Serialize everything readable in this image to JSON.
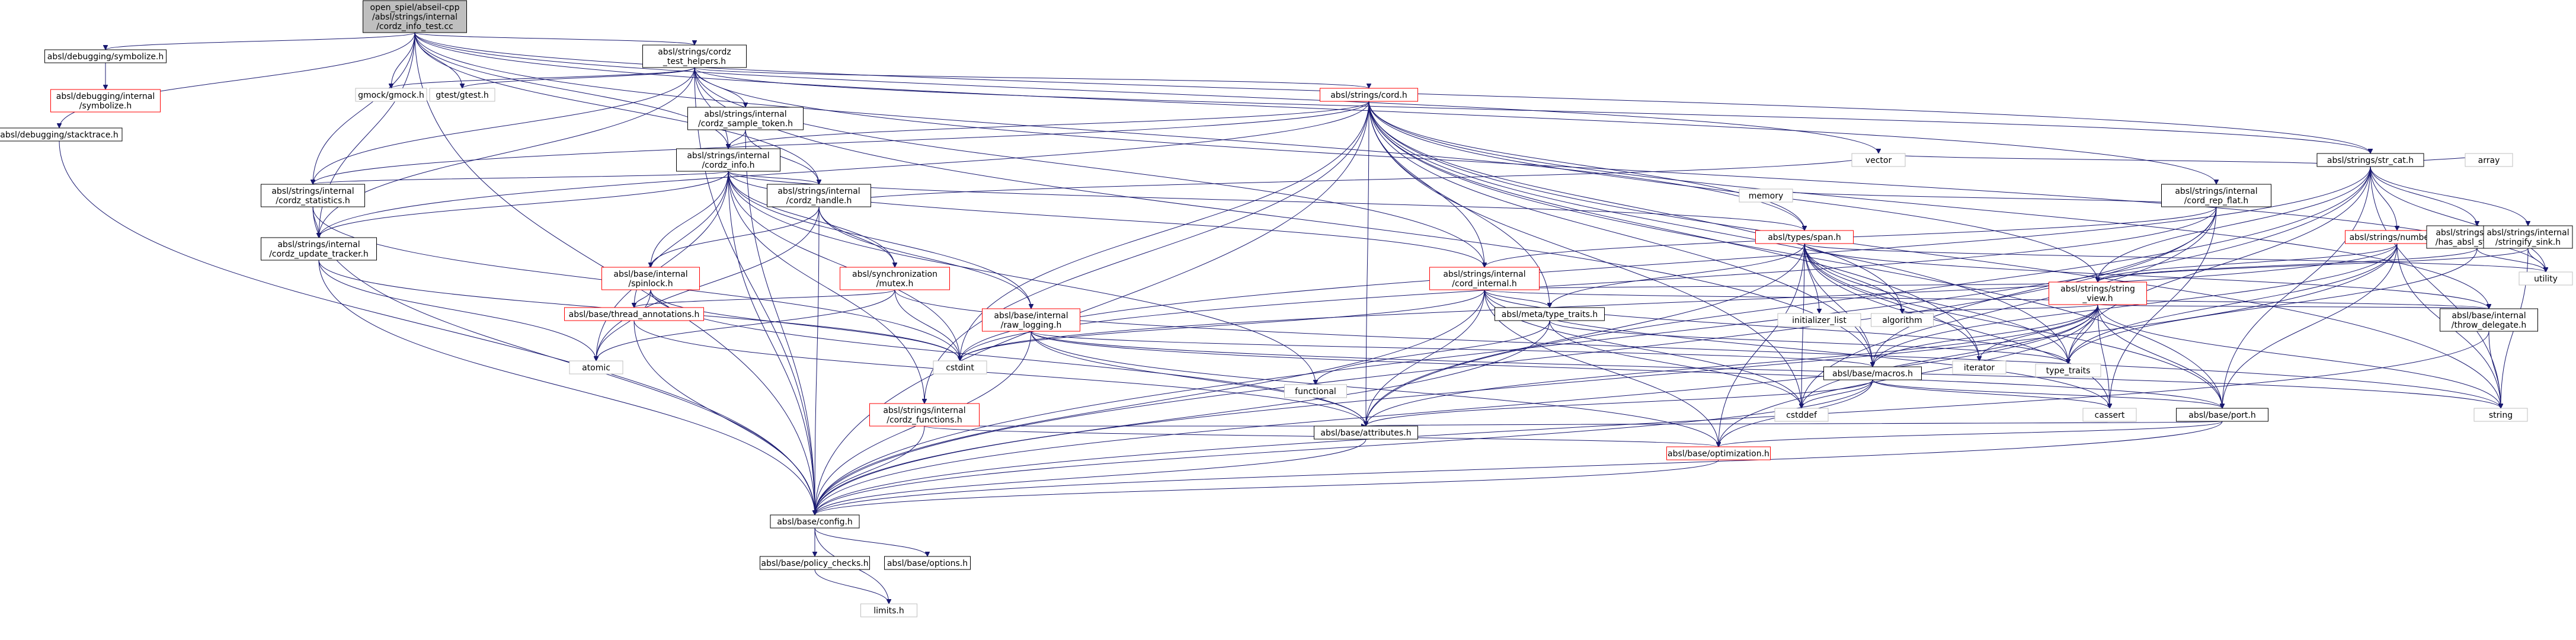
{
  "graph": {
    "title": "open_spiel/abseil-cpp/absl/strings/internal/cordz_info_test.cc",
    "nodes": [
      {
        "id": "root",
        "lines": [
          "open_spiel/abseil-cpp",
          "/absl/strings/internal",
          "/cordz_info_test.cc"
        ],
        "style": "root"
      },
      {
        "id": "symbolize",
        "lines": [
          "absl/debugging/symbolize.h"
        ],
        "style": "normal"
      },
      {
        "id": "symbolize_internal",
        "lines": [
          "absl/debugging/internal",
          "/symbolize.h"
        ],
        "style": "red"
      },
      {
        "id": "stacktrace",
        "lines": [
          "absl/debugging/stacktrace.h"
        ],
        "style": "normal"
      },
      {
        "id": "cordz_test_helpers",
        "lines": [
          "absl/strings/cordz",
          "_test_helpers.h"
        ],
        "style": "normal"
      },
      {
        "id": "gmock",
        "lines": [
          "gmock/gmock.h"
        ],
        "style": "gray"
      },
      {
        "id": "gtest",
        "lines": [
          "gtest/gtest.h"
        ],
        "style": "gray"
      },
      {
        "id": "cordz_sample_token",
        "lines": [
          "absl/strings/internal",
          "/cordz_sample_token.h"
        ],
        "style": "normal"
      },
      {
        "id": "cord",
        "lines": [
          "absl/strings/cord.h"
        ],
        "style": "red"
      },
      {
        "id": "cordz_info",
        "lines": [
          "absl/strings/internal",
          "/cordz_info.h"
        ],
        "style": "normal"
      },
      {
        "id": "cordz_statistics",
        "lines": [
          "absl/strings/internal",
          "/cordz_statistics.h"
        ],
        "style": "normal"
      },
      {
        "id": "cordz_update_tracker",
        "lines": [
          "absl/strings/internal",
          "/cordz_update_tracker.h"
        ],
        "style": "normal"
      },
      {
        "id": "cordz_handle",
        "lines": [
          "absl/strings/internal",
          "/cordz_handle.h"
        ],
        "style": "normal"
      },
      {
        "id": "spinlock",
        "lines": [
          "absl/base/internal",
          "/spinlock.h"
        ],
        "style": "red"
      },
      {
        "id": "mutex",
        "lines": [
          "absl/synchronization",
          "/mutex.h"
        ],
        "style": "red"
      },
      {
        "id": "thread_annotations",
        "lines": [
          "absl/base/thread_annotations.h"
        ],
        "style": "red"
      },
      {
        "id": "raw_logging",
        "lines": [
          "absl/base/internal",
          "/raw_logging.h"
        ],
        "style": "red"
      },
      {
        "id": "cordz_functions",
        "lines": [
          "absl/strings/internal",
          "/cordz_functions.h"
        ],
        "style": "red"
      },
      {
        "id": "cord_rep_flat",
        "lines": [
          "absl/strings/internal",
          "/cord_rep_flat.h"
        ],
        "style": "normal"
      },
      {
        "id": "cord_internal",
        "lines": [
          "absl/strings/internal",
          "/cord_internal.h"
        ],
        "style": "red"
      },
      {
        "id": "meta_type_traits",
        "lines": [
          "absl/meta/type_traits.h"
        ],
        "style": "normal"
      },
      {
        "id": "span",
        "lines": [
          "absl/types/span.h"
        ],
        "style": "red"
      },
      {
        "id": "str_cat",
        "lines": [
          "absl/strings/str_cat.h"
        ],
        "style": "normal"
      },
      {
        "id": "numbers",
        "lines": [
          "absl/strings/numbers.h"
        ],
        "style": "red"
      },
      {
        "id": "has_absl_stringify",
        "lines": [
          "absl/strings/internal",
          "/has_absl_stringify.h"
        ],
        "style": "normal"
      },
      {
        "id": "stringify_sink",
        "lines": [
          "absl/strings/internal",
          "/stringify_sink.h"
        ],
        "style": "normal"
      },
      {
        "id": "string_view",
        "lines": [
          "absl/strings/string",
          "_view.h"
        ],
        "style": "red"
      },
      {
        "id": "throw_delegate",
        "lines": [
          "absl/base/internal",
          "/throw_delegate.h"
        ],
        "style": "normal"
      },
      {
        "id": "macros",
        "lines": [
          "absl/base/macros.h"
        ],
        "style": "normal"
      },
      {
        "id": "port",
        "lines": [
          "absl/base/port.h"
        ],
        "style": "normal"
      },
      {
        "id": "attributes",
        "lines": [
          "absl/base/attributes.h"
        ],
        "style": "normal"
      },
      {
        "id": "optimization",
        "lines": [
          "absl/base/optimization.h"
        ],
        "style": "red"
      },
      {
        "id": "config",
        "lines": [
          "absl/base/config.h"
        ],
        "style": "normal"
      },
      {
        "id": "policy_checks",
        "lines": [
          "absl/base/policy_checks.h"
        ],
        "style": "normal"
      },
      {
        "id": "options",
        "lines": [
          "absl/base/options.h"
        ],
        "style": "normal"
      },
      {
        "id": "limits",
        "lines": [
          "limits.h"
        ],
        "style": "gray"
      },
      {
        "id": "atomic",
        "lines": [
          "atomic"
        ],
        "style": "gray"
      },
      {
        "id": "cstdint",
        "lines": [
          "cstdint"
        ],
        "style": "gray"
      },
      {
        "id": "functional",
        "lines": [
          "functional"
        ],
        "style": "gray"
      },
      {
        "id": "iterator",
        "lines": [
          "iterator"
        ],
        "style": "gray"
      },
      {
        "id": "cstddef",
        "lines": [
          "cstddef"
        ],
        "style": "gray"
      },
      {
        "id": "cassert",
        "lines": [
          "cassert"
        ],
        "style": "gray"
      },
      {
        "id": "string",
        "lines": [
          "string"
        ],
        "style": "gray"
      },
      {
        "id": "type_traits",
        "lines": [
          "type_traits"
        ],
        "style": "gray"
      },
      {
        "id": "utility",
        "lines": [
          "utility"
        ],
        "style": "gray"
      },
      {
        "id": "vector",
        "lines": [
          "vector"
        ],
        "style": "gray"
      },
      {
        "id": "memory",
        "lines": [
          "memory"
        ],
        "style": "gray"
      },
      {
        "id": "array",
        "lines": [
          "array"
        ],
        "style": "gray"
      },
      {
        "id": "algorithm",
        "lines": [
          "algorithm"
        ],
        "style": "gray"
      },
      {
        "id": "initializer_list",
        "lines": [
          "initializer_list"
        ],
        "style": "gray"
      }
    ],
    "edges": [
      [
        "root",
        "symbolize"
      ],
      [
        "root",
        "stacktrace"
      ],
      [
        "root",
        "cordz_test_helpers"
      ],
      [
        "root",
        "gmock"
      ],
      [
        "root",
        "gtest"
      ],
      [
        "root",
        "cordz_info"
      ],
      [
        "root",
        "cordz_statistics"
      ],
      [
        "root",
        "cordz_update_tracker"
      ],
      [
        "root",
        "cordz_handle"
      ],
      [
        "root",
        "cord_rep_flat"
      ],
      [
        "root",
        "span"
      ],
      [
        "root",
        "str_cat"
      ],
      [
        "root",
        "vector"
      ],
      [
        "root",
        "config"
      ],
      [
        "symbolize",
        "symbolize_internal"
      ],
      [
        "stacktrace",
        "config"
      ],
      [
        "cordz_test_helpers",
        "gmock"
      ],
      [
        "cordz_test_helpers",
        "gtest"
      ],
      [
        "cordz_test_helpers",
        "cordz_sample_token"
      ],
      [
        "cordz_test_helpers",
        "cord"
      ],
      [
        "cordz_test_helpers",
        "cordz_info"
      ],
      [
        "cordz_test_helpers",
        "cordz_statistics"
      ],
      [
        "cordz_test_helpers",
        "cordz_update_tracker"
      ],
      [
        "cordz_test_helpers",
        "cord_internal"
      ],
      [
        "cordz_test_helpers",
        "macros"
      ],
      [
        "cordz_test_helpers",
        "str_cat"
      ],
      [
        "cordz_test_helpers",
        "config"
      ],
      [
        "cordz_test_helpers",
        "utility"
      ],
      [
        "cordz_sample_token",
        "cordz_info"
      ],
      [
        "cordz_sample_token",
        "cordz_handle"
      ],
      [
        "cordz_sample_token",
        "config"
      ],
      [
        "cord",
        "cordz_info"
      ],
      [
        "cord",
        "cordz_statistics"
      ],
      [
        "cord",
        "cordz_update_tracker"
      ],
      [
        "cord",
        "cord_internal"
      ],
      [
        "cord",
        "cordz_functions"
      ],
      [
        "cord",
        "meta_type_traits"
      ],
      [
        "cord",
        "span"
      ],
      [
        "cord",
        "string_view"
      ],
      [
        "cord",
        "macros"
      ],
      [
        "cord",
        "port"
      ],
      [
        "cord",
        "attributes"
      ],
      [
        "cord",
        "config"
      ],
      [
        "cord",
        "iterator"
      ],
      [
        "cord",
        "cstddef"
      ],
      [
        "cord",
        "cstdint"
      ],
      [
        "cord",
        "string"
      ],
      [
        "cord",
        "type_traits"
      ],
      [
        "cord",
        "algorithm"
      ],
      [
        "cord",
        "throw_delegate"
      ],
      [
        "cordz_info",
        "cordz_statistics"
      ],
      [
        "cordz_info",
        "cordz_update_tracker"
      ],
      [
        "cordz_info",
        "cordz_handle"
      ],
      [
        "cordz_info",
        "spinlock"
      ],
      [
        "cordz_info",
        "mutex"
      ],
      [
        "cordz_info",
        "thread_annotations"
      ],
      [
        "cordz_info",
        "raw_logging"
      ],
      [
        "cordz_info",
        "cordz_functions"
      ],
      [
        "cordz_info",
        "cord_internal"
      ],
      [
        "cordz_info",
        "span"
      ],
      [
        "cordz_info",
        "config"
      ],
      [
        "cordz_info",
        "atomic"
      ],
      [
        "cordz_info",
        "cstdint"
      ],
      [
        "cordz_info",
        "functional"
      ],
      [
        "cordz_statistics",
        "cordz_update_tracker"
      ],
      [
        "cordz_statistics",
        "cstdint"
      ],
      [
        "cordz_statistics",
        "config"
      ],
      [
        "cordz_update_tracker",
        "atomic"
      ],
      [
        "cordz_update_tracker",
        "cstdint"
      ],
      [
        "cordz_update_tracker",
        "config"
      ],
      [
        "cordz_handle",
        "spinlock"
      ],
      [
        "cordz_handle",
        "mutex"
      ],
      [
        "cordz_handle",
        "raw_logging"
      ],
      [
        "cordz_handle",
        "atomic"
      ],
      [
        "cordz_handle",
        "vector"
      ],
      [
        "cordz_handle",
        "config"
      ],
      [
        "spinlock",
        "thread_annotations"
      ],
      [
        "spinlock",
        "attributes"
      ],
      [
        "spinlock",
        "atomic"
      ],
      [
        "spinlock",
        "cstdint"
      ],
      [
        "mutex",
        "thread_annotations"
      ],
      [
        "mutex",
        "atomic"
      ],
      [
        "mutex",
        "cstdint"
      ],
      [
        "mutex",
        "string"
      ],
      [
        "thread_annotations",
        "attributes"
      ],
      [
        "thread_annotations",
        "config"
      ],
      [
        "raw_logging",
        "attributes"
      ],
      [
        "raw_logging",
        "config"
      ],
      [
        "raw_logging",
        "macros"
      ],
      [
        "raw_logging",
        "optimization"
      ],
      [
        "raw_logging",
        "port"
      ],
      [
        "raw_logging",
        "string"
      ],
      [
        "cordz_functions",
        "attributes"
      ],
      [
        "cordz_functions",
        "optimization"
      ],
      [
        "cordz_functions",
        "config"
      ],
      [
        "cord_rep_flat",
        "cord_internal"
      ],
      [
        "cord_rep_flat",
        "macros"
      ],
      [
        "cord_rep_flat",
        "cassert"
      ],
      [
        "cord_rep_flat",
        "cstddef"
      ],
      [
        "cord_rep_flat",
        "cstdint"
      ],
      [
        "cord_rep_flat",
        "memory"
      ],
      [
        "cord_rep_flat",
        "config"
      ],
      [
        "cord_internal",
        "meta_type_traits"
      ],
      [
        "cord_internal",
        "string_view"
      ],
      [
        "cord_internal",
        "attributes"
      ],
      [
        "cord_internal",
        "config"
      ],
      [
        "cord_internal",
        "optimization"
      ],
      [
        "cord_internal",
        "cstdint"
      ],
      [
        "cord_internal",
        "cstddef"
      ],
      [
        "cord_internal",
        "cassert"
      ],
      [
        "cord_internal",
        "type_traits"
      ],
      [
        "cord_internal",
        "throw_delegate"
      ],
      [
        "meta_type_traits",
        "config"
      ],
      [
        "meta_type_traits",
        "cstddef"
      ],
      [
        "meta_type_traits",
        "functional"
      ],
      [
        "meta_type_traits",
        "type_traits"
      ],
      [
        "span",
        "meta_type_traits"
      ],
      [
        "span",
        "macros"
      ],
      [
        "span",
        "optimization"
      ],
      [
        "span",
        "port"
      ],
      [
        "span",
        "attributes"
      ],
      [
        "span",
        "throw_delegate"
      ],
      [
        "span",
        "algorithm"
      ],
      [
        "span",
        "cassert"
      ],
      [
        "span",
        "cstddef"
      ],
      [
        "span",
        "initializer_list"
      ],
      [
        "span",
        "iterator"
      ],
      [
        "span",
        "type_traits"
      ],
      [
        "span",
        "utility"
      ],
      [
        "str_cat",
        "numbers"
      ],
      [
        "str_cat",
        "has_absl_stringify"
      ],
      [
        "str_cat",
        "stringify_sink"
      ],
      [
        "str_cat",
        "string_view"
      ],
      [
        "str_cat",
        "port"
      ],
      [
        "str_cat",
        "vector"
      ],
      [
        "str_cat",
        "array"
      ],
      [
        "str_cat",
        "cstdint"
      ],
      [
        "str_cat",
        "string"
      ],
      [
        "str_cat",
        "type_traits"
      ],
      [
        "str_cat",
        "utility"
      ],
      [
        "str_cat",
        "config"
      ],
      [
        "str_cat",
        "attributes"
      ],
      [
        "numbers",
        "string_view"
      ],
      [
        "numbers",
        "macros"
      ],
      [
        "numbers",
        "port"
      ],
      [
        "numbers",
        "config"
      ],
      [
        "numbers",
        "string"
      ],
      [
        "numbers",
        "type_traits"
      ],
      [
        "numbers",
        "cstdint"
      ],
      [
        "has_absl_stringify",
        "string_view"
      ],
      [
        "has_absl_stringify",
        "type_traits"
      ],
      [
        "has_absl_stringify",
        "utility"
      ],
      [
        "stringify_sink",
        "string_view"
      ],
      [
        "stringify_sink",
        "string"
      ],
      [
        "stringify_sink",
        "utility"
      ],
      [
        "string_view",
        "config"
      ],
      [
        "string_view",
        "macros"
      ],
      [
        "string_view",
        "port"
      ],
      [
        "string_view",
        "throw_delegate"
      ],
      [
        "string_view",
        "optimization"
      ],
      [
        "string_view",
        "attributes"
      ],
      [
        "string_view",
        "algorithm"
      ],
      [
        "string_view",
        "cassert"
      ],
      [
        "string_view",
        "cstddef"
      ],
      [
        "string_view",
        "iterator"
      ],
      [
        "string_view",
        "string"
      ],
      [
        "string_view",
        "type_traits"
      ],
      [
        "throw_delegate",
        "config"
      ],
      [
        "throw_delegate",
        "string"
      ],
      [
        "macros",
        "attributes"
      ],
      [
        "macros",
        "config"
      ],
      [
        "macros",
        "optimization"
      ],
      [
        "macros",
        "port"
      ],
      [
        "macros",
        "cassert"
      ],
      [
        "macros",
        "cstddef"
      ],
      [
        "port",
        "attributes"
      ],
      [
        "port",
        "config"
      ],
      [
        "port",
        "optimization"
      ],
      [
        "attributes",
        "config"
      ],
      [
        "optimization",
        "config"
      ],
      [
        "config",
        "policy_checks"
      ],
      [
        "config",
        "options"
      ],
      [
        "config",
        "limits"
      ],
      [
        "policy_checks",
        "limits"
      ]
    ]
  }
}
